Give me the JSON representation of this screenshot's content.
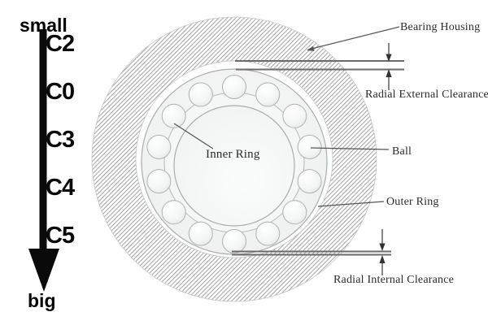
{
  "scale": {
    "top_label": "small",
    "bottom_label": "big",
    "direction": "arrow points from small (top) to big (bottom)",
    "clearance_classes": [
      "C2",
      "C0",
      "C3",
      "C4",
      "C5"
    ]
  },
  "labels": {
    "bearing_housing": "Bearing Housing",
    "radial_external_clearance": "Radial External Clearance",
    "ball": "Ball",
    "inner_ring": "Inner Ring",
    "outer_ring": "Outer Ring",
    "radial_internal_clearance": "Radial Internal Clearance"
  },
  "diagram": {
    "ball_count": 14
  },
  "colors": {
    "background": "#ffffff",
    "label_text": "#2b2b2b",
    "scale_text": "#050505",
    "hatch_line": "#8f8f8f",
    "ring_fill": "#f2f3f3",
    "part_outline": "#a9adad",
    "dimension_line": "#666666",
    "leader_line": "#555555",
    "scale_arrow": "#0a0a0a"
  }
}
